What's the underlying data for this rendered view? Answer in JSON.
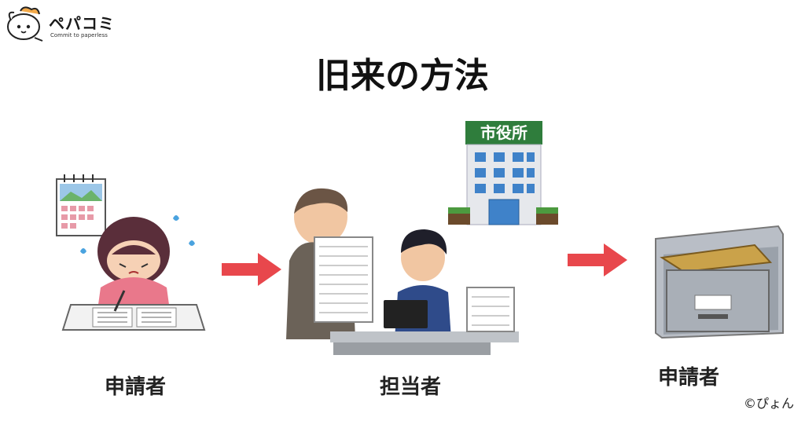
{
  "logo": {
    "name": "ペパコミ",
    "tagline": "Commit to paperless"
  },
  "title": "旧来の方法",
  "steps": [
    {
      "label": "申請者"
    },
    {
      "label": "担当者"
    },
    {
      "label": "申請者"
    }
  ],
  "city_hall_sign": "市役所",
  "credit": "©ぴょん",
  "colors": {
    "arrow": "#e8474c",
    "building": "#e6e8ec",
    "window": "#3f82c9",
    "sign": "#2f7d3c"
  }
}
